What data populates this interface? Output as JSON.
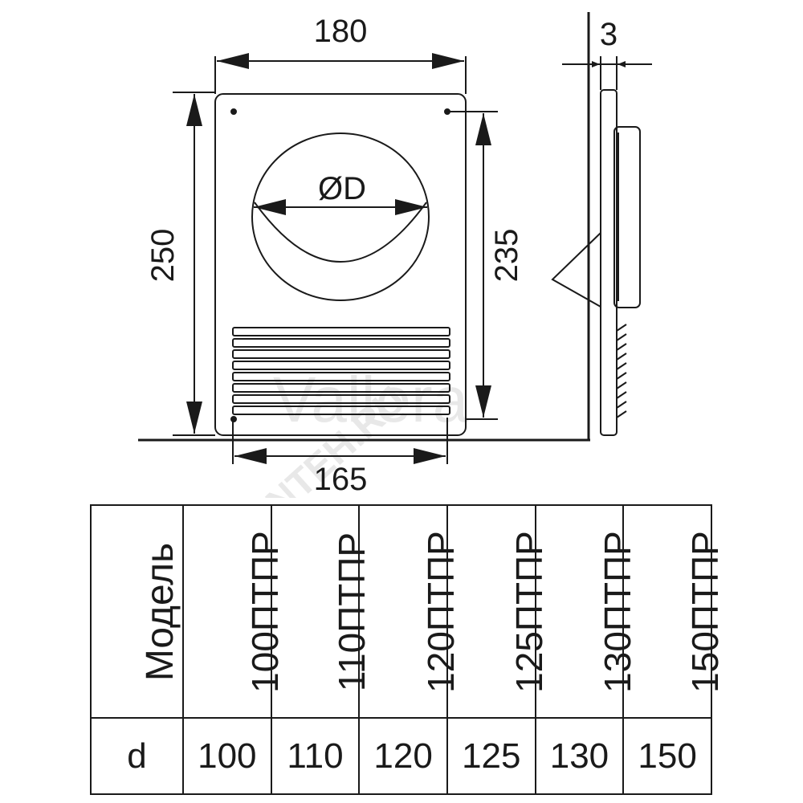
{
  "drawing": {
    "dims": {
      "width_top": "180",
      "width_bottom": "165",
      "height_left": "250",
      "height_right": "235",
      "thickness": "3",
      "diameter": "ØD"
    }
  },
  "table": {
    "header_label": "Модель",
    "row_label": "d",
    "models": [
      "100ПТПР",
      "110ПТПР",
      "120ПТПР",
      "125ПТПР",
      "130ПТПР",
      "150ПТПР"
    ],
    "d_values": [
      "100",
      "110",
      "120",
      "125",
      "130",
      "150"
    ]
  }
}
